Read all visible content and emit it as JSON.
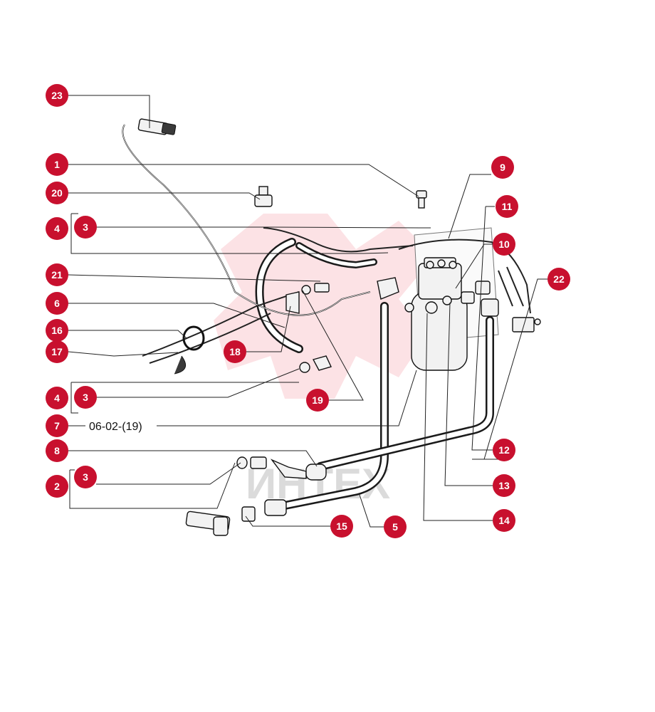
{
  "diagram": {
    "callouts": [
      "23",
      "1",
      "20",
      "4",
      "3",
      "21",
      "6",
      "16",
      "17",
      "18",
      "19",
      "7",
      "8",
      "2",
      "15",
      "5",
      "14",
      "13",
      "12",
      "22",
      "10",
      "11",
      "9"
    ],
    "reference_label": "06-02-(19)",
    "watermark_text": "ИНТЕХ"
  },
  "colors": {
    "badge": "#c8102e",
    "badge_text": "#ffffff",
    "line": "#222222",
    "watermark": "#e8102a"
  }
}
